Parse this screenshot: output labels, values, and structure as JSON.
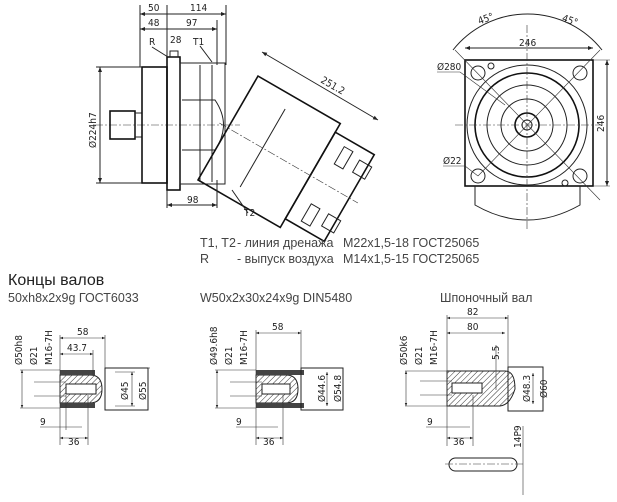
{
  "side_view": {
    "dims": {
      "d50": "50",
      "d114": "114",
      "d48": "48",
      "d97": "97",
      "d28": "28",
      "d251": "251.2",
      "d224": "Ø224h7",
      "d98": "98"
    },
    "labels": {
      "r": "R",
      "t1": "T1",
      "t2": "T2"
    }
  },
  "front_view": {
    "dims": {
      "angle_left": "45°",
      "angle_right": "45°",
      "width": "246",
      "height": "246",
      "d280": "Ø280",
      "d22": "Ø22"
    }
  },
  "notes": {
    "line1": {
      "ports": "T1, T2",
      "desc": "- линия дренажа",
      "spec": "M22x1,5-18 ГОСТ25065"
    },
    "line2": {
      "ports": "R",
      "desc": "- выпуск воздуха",
      "spec": "M14x1,5-15 ГОСТ25065"
    }
  },
  "shaft_ends": {
    "title": "Концы валов",
    "shafts": [
      {
        "name": "50xh8x2x9g ГОСТ6033",
        "dims": {
          "a": "58",
          "b": "43.7",
          "od": "Ø50h8",
          "bore": "Ø21",
          "thread": "M16-7H",
          "f1": "Ø45",
          "f2": "Ø55",
          "s": "9",
          "l": "36"
        }
      },
      {
        "name": "W50x2x30x24x9g DIN5480",
        "dims": {
          "a": "58",
          "od": "Ø49.6h8",
          "bore": "Ø21",
          "thread": "M16-7H",
          "f1": "Ø44.6",
          "f2": "Ø54.8",
          "s": "9",
          "l": "36"
        }
      },
      {
        "name": "Шпоночный вал",
        "dims": {
          "a": "82",
          "b": "80",
          "key": "5.5",
          "od": "Ø50k6",
          "bore": "Ø21",
          "thread": "M16-7H",
          "f1": "Ø48.3",
          "f2": "Ø60",
          "s": "9",
          "l": "36",
          "kw": "14P9"
        }
      }
    ]
  }
}
